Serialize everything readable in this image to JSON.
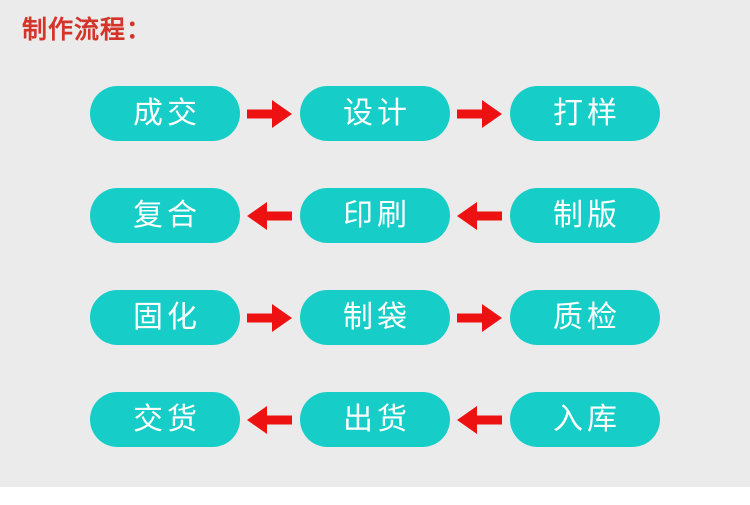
{
  "page": {
    "title": "制作流程：",
    "title_color": "#d4342a",
    "background_color": "#ebebeb",
    "outer_background_color": "#ffffff"
  },
  "theme": {
    "node_fill": "#17cdc7",
    "node_text_color": "#ffffff",
    "arrow_color": "#ee1111"
  },
  "flow": {
    "rows": [
      {
        "direction": "ltr",
        "nodes": [
          "成交",
          "设计",
          "打样"
        ],
        "arrows": [
          "arrow-right-icon",
          "arrow-right-icon"
        ]
      },
      {
        "direction": "rtl",
        "nodes": [
          "制版",
          "印刷",
          "复合"
        ],
        "arrows": [
          "arrow-left-icon",
          "arrow-left-icon"
        ]
      },
      {
        "direction": "ltr",
        "nodes": [
          "固化",
          "制袋",
          "质检"
        ],
        "arrows": [
          "arrow-right-icon",
          "arrow-right-icon"
        ]
      },
      {
        "direction": "rtl",
        "nodes": [
          "入库",
          "出货",
          "交货"
        ],
        "arrows": [
          "arrow-left-icon",
          "arrow-left-icon"
        ]
      }
    ],
    "sequence": [
      "成交",
      "设计",
      "打样",
      "制版",
      "印刷",
      "复合",
      "固化",
      "制袋",
      "质检",
      "入库",
      "出货",
      "交货"
    ]
  }
}
